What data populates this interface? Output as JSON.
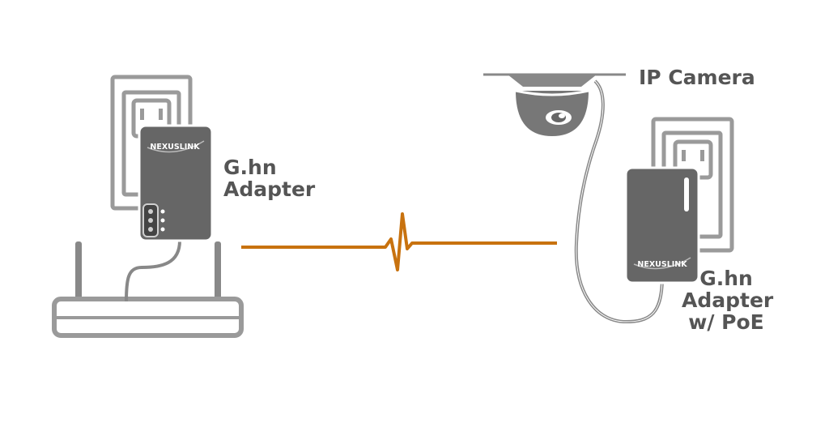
{
  "labels": {
    "left_adapter": [
      "G.hn",
      "Adapter"
    ],
    "camera": "IP Camera",
    "right_adapter": [
      "G.hn",
      "Adapter",
      "w/ PoE"
    ]
  },
  "brand": {
    "logo_text": "NEXUSLINK"
  },
  "colors": {
    "device": "#666666",
    "outline": "#999999",
    "link": "#c8720f",
    "label": "#555555"
  }
}
